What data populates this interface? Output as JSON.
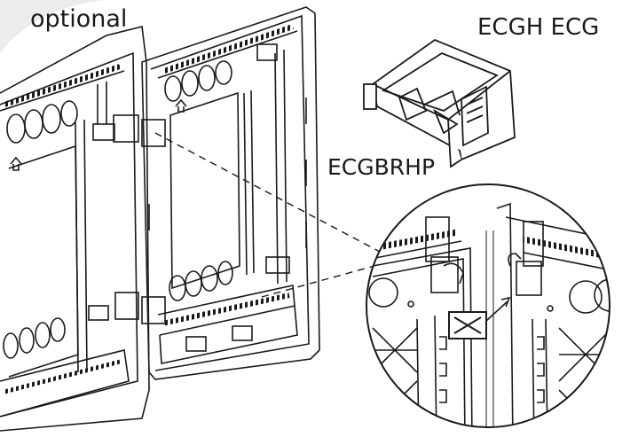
{
  "labels": {
    "optional": "optional",
    "ecgh": "ECGH   ECG",
    "ecgbrhp": "ECGBRHP"
  },
  "colors": {
    "line": "#1a1a1a",
    "frame_bg": "#ffffff",
    "corner_bg": "#e9e9e9"
  }
}
